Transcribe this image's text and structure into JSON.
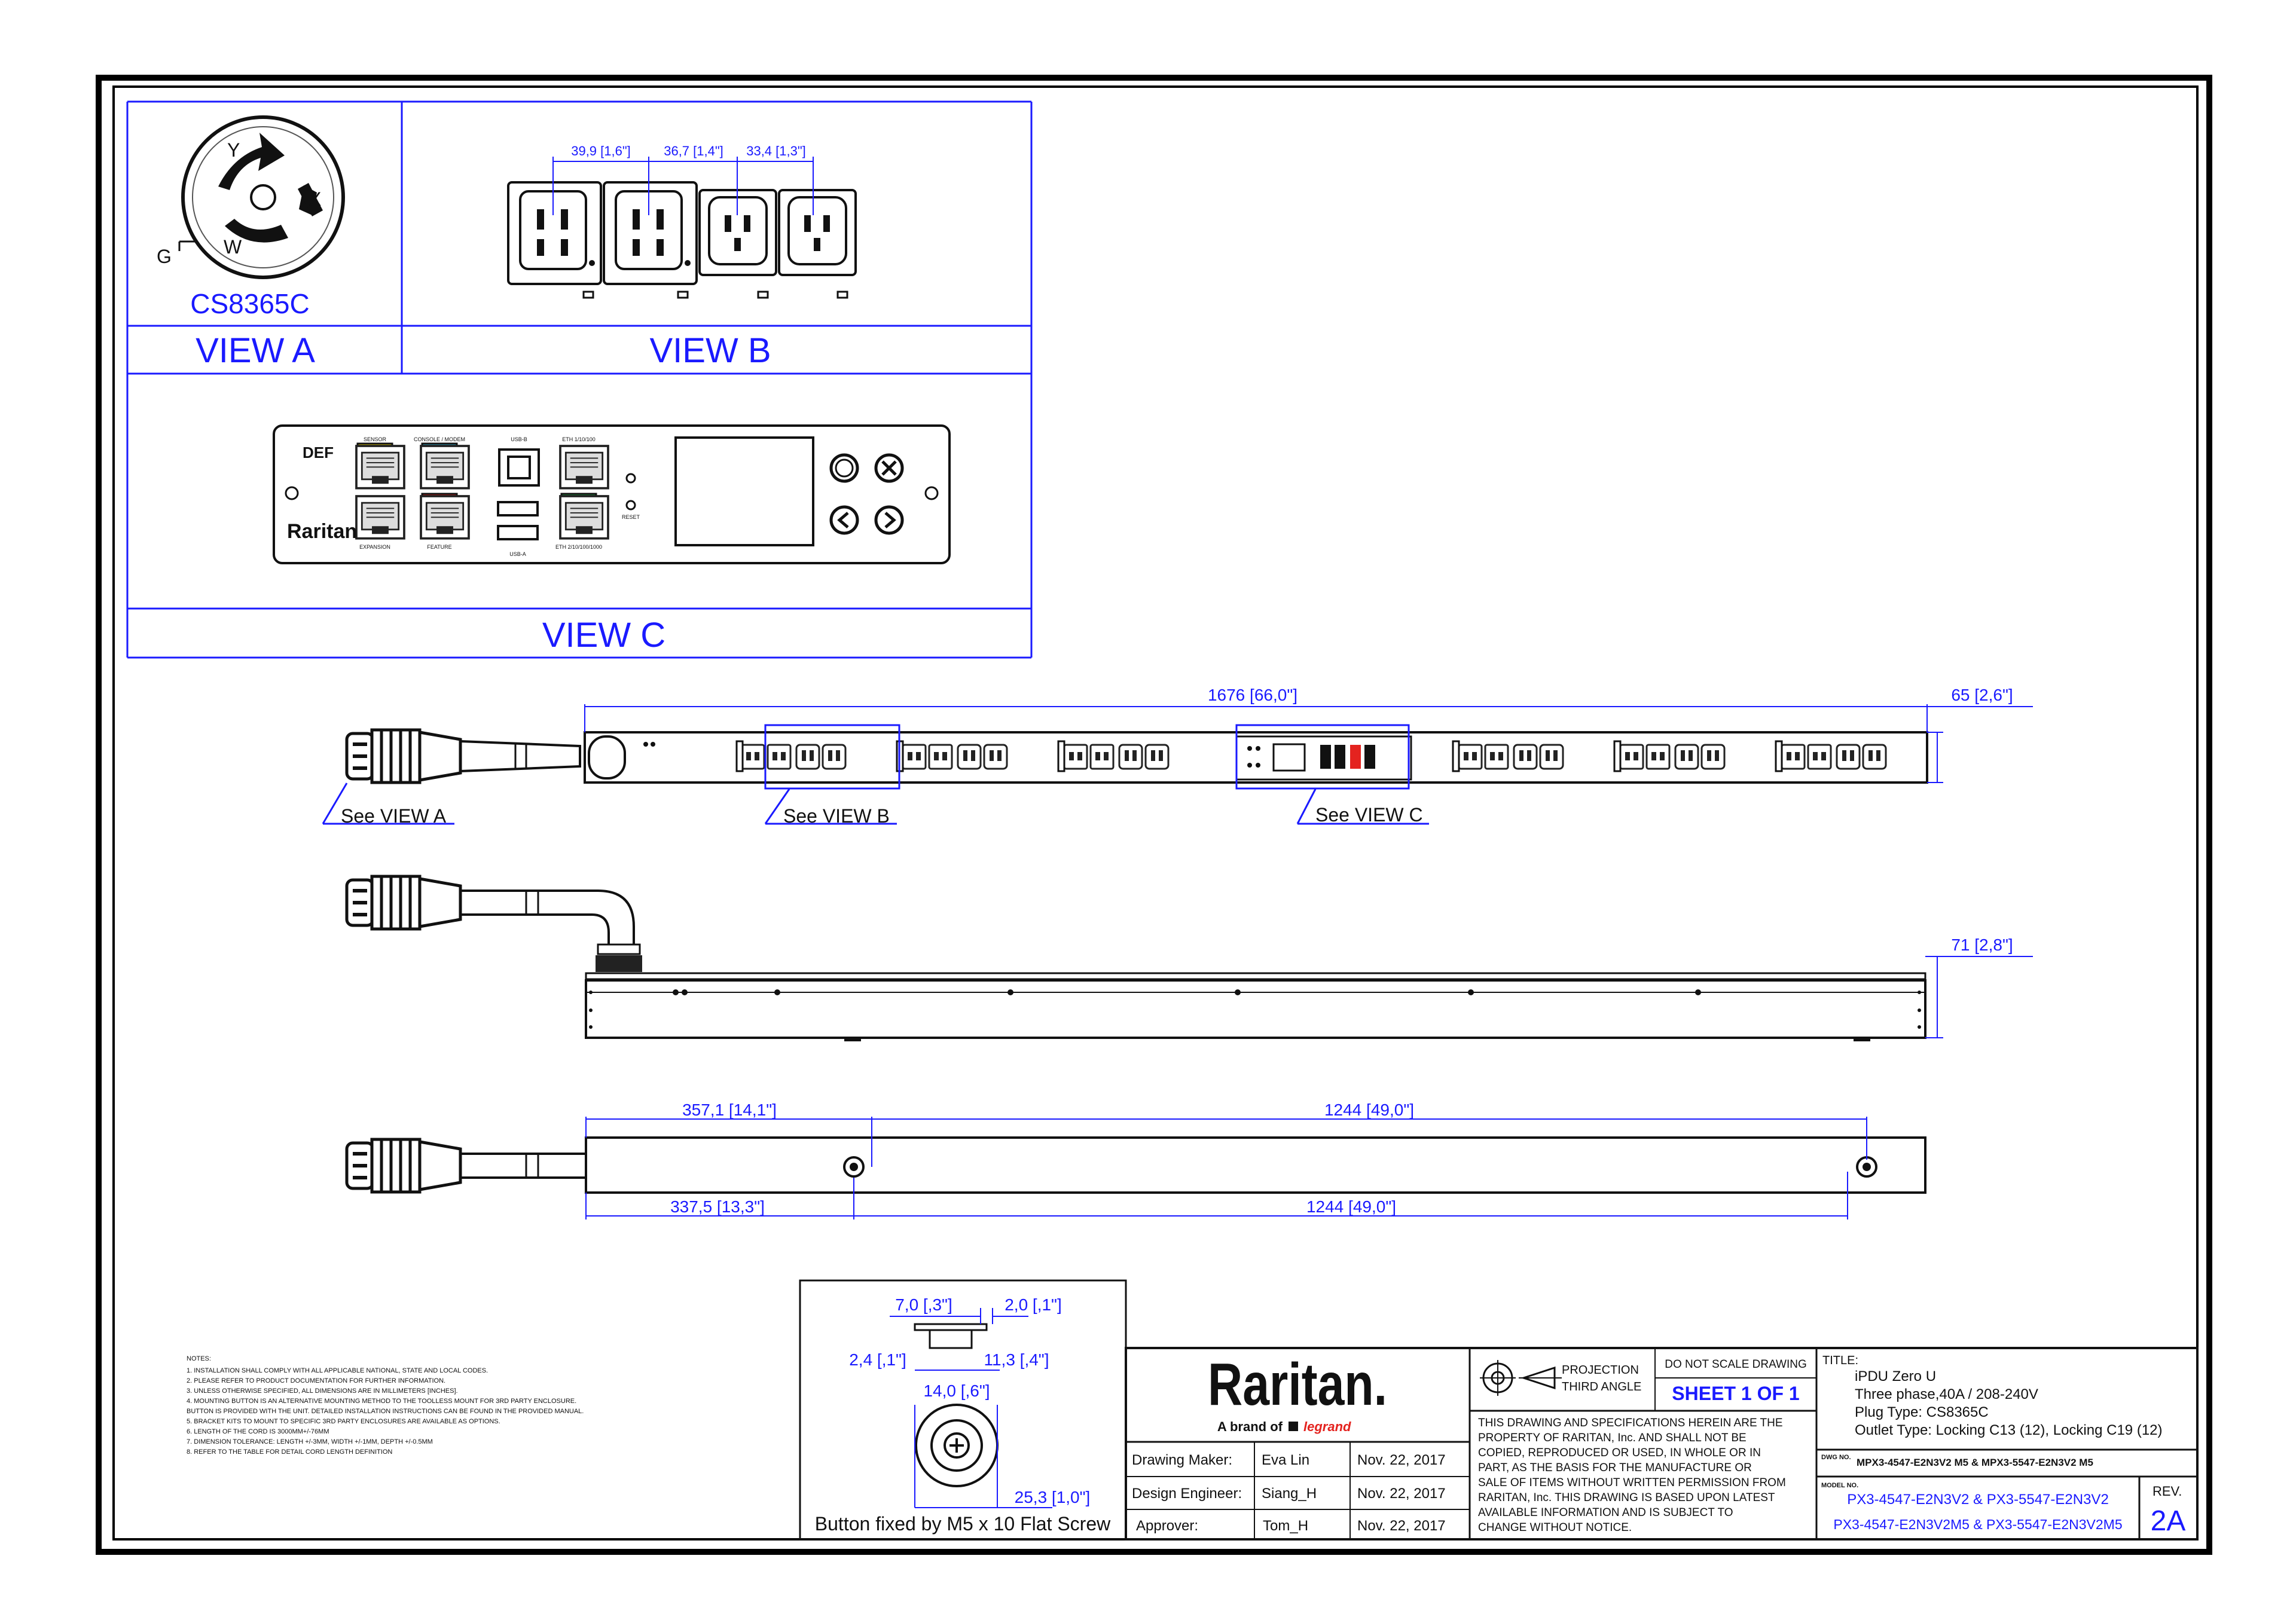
{
  "views": {
    "a": {
      "title": "VIEW A",
      "plug_model": "CS8365C",
      "pin_y": "Y",
      "pin_x": "X",
      "pin_w": "W",
      "pin_g": "G"
    },
    "b": {
      "title": "VIEW B",
      "dims": [
        "39,9 [1,6\"]",
        "36,7 [1,4\"]",
        "33,4 [1,3\"]"
      ]
    },
    "c": {
      "title": "VIEW C",
      "port_labels": {
        "sensor": "SENSOR",
        "console": "CONSOLE / MODEM",
        "usb_b": "USB-B",
        "eth1": "ETH 1/10/100",
        "expansion": "EXPANSION",
        "feature": "FEATURE",
        "usb_a": "USB-A",
        "eth2": "ETH 2/10/100/1000",
        "reset": "RESET"
      },
      "brand": "Raritan",
      "logo_mark": "DEF"
    }
  },
  "callouts": {
    "see_a": "See VIEW A",
    "see_b": "See VIEW B",
    "see_c": "See VIEW C"
  },
  "dims": {
    "length": "1676 [66,0\"]",
    "width": "65 [2,6\"]",
    "depth": "71 [2,8\"]",
    "hole1_top": "357,1 [14,1\"]",
    "hole_span_top": "1244 [49,0\"]",
    "hole1_bottom": "337,5 [13,3\"]",
    "hole_span_bottom": "1244 [49,0\"]"
  },
  "button_detail": {
    "dims": [
      "7,0 [,3\"]",
      "2,0 [,1\"]",
      "2,4 [,1\"]",
      "11,3 [,4\"]",
      "14,0 [,6\"]",
      "25,3 [1,0\"]"
    ],
    "caption": "Button fixed by M5 x 10 Flat Screw"
  },
  "notes": {
    "heading": "NOTES:",
    "items": [
      "1. INSTALLATION SHALL COMPLY WITH ALL APPLICABLE NATIONAL, STATE AND LOCAL CODES.",
      "2. PLEASE REFER TO PRODUCT DOCUMENTATION FOR FURTHER INFORMATION.",
      "3. UNLESS OTHERWISE SPECIFIED, ALL DIMENSIONS ARE IN MILLIMETERS [INCHES].",
      "4. MOUNTING BUTTON IS AN ALTERNATIVE MOUNTING METHOD TO THE TOOLLESS MOUNT FOR 3RD PARTY ENCLOSURE.",
      "   BUTTON IS PROVIDED WITH THE UNIT. DETAILED INSTALLATION INSTRUCTIONS CAN BE FOUND IN THE PROVIDED MANUAL.",
      "5. BRACKET KITS TO MOUNT TO SPECIFIC 3RD PARTY ENCLOSURES ARE AVAILABLE AS OPTIONS.",
      "6. LENGTH OF THE CORD IS 3000MM+/-76MM",
      "7. DIMENSION TOLERANCE: LENGTH +/-3MM, WIDTH +/-1MM, DEPTH +/-0.5MM",
      "8. REFER TO THE TABLE FOR DETAIL CORD LENGTH DEFINITION"
    ]
  },
  "title_block": {
    "company": "Raritan.",
    "tagline": "A brand of",
    "parent": "legrand",
    "projection_1": "PROJECTION",
    "projection_2": "THIRD ANGLE",
    "no_scale": "DO NOT SCALE DRAWING",
    "sheet": "SHEET 1 OF 1",
    "rows": [
      {
        "role": "Drawing Maker:",
        "name": "Eva Lin",
        "date": "Nov. 22, 2017"
      },
      {
        "role": "Design Engineer:",
        "name": "Siang_H",
        "date": "Nov. 22, 2017"
      },
      {
        "role": "Approver:",
        "name": "Tom_H",
        "date": "Nov. 22, 2017"
      }
    ],
    "disclaimer": [
      "THIS DRAWING AND SPECIFICATIONS HEREIN ARE THE",
      "PROPERTY OF RARITAN, Inc. AND SHALL NOT BE",
      "COPIED, REPRODUCED OR USED, IN WHOLE OR IN",
      "PART, AS THE BASIS FOR THE MANUFACTURE OR",
      "SALE OF ITEMS WITHOUT WRITTEN PERMISSION FROM",
      "RARITAN, Inc. THIS DRAWING IS BASED UPON LATEST",
      "AVAILABLE INFORMATION AND IS SUBJECT TO",
      "CHANGE WITHOUT NOTICE."
    ],
    "title_label": "TITLE:",
    "title_lines": [
      "iPDU Zero U",
      "Three phase,40A / 208-240V",
      "Plug Type: CS8365C",
      "Outlet Type: Locking C13 (12), Locking C19 (12)"
    ],
    "dwg_label": "DWG NO.",
    "dwg_no": "MPX3-4547-E2N3V2 M5 & MPX3-5547-E2N3V2 M5",
    "model_label": "MODEL NO.",
    "model_line1": "PX3-4547-E2N3V2 & PX3-5547-E2N3V2",
    "model_line2": "PX3-4547-E2N3V2M5 & PX3-5547-E2N3V2M5",
    "rev_label": "REV.",
    "rev": "2A"
  },
  "colors": {
    "frame": "#000000",
    "blue": "#1a1aff",
    "line": "#222222"
  }
}
